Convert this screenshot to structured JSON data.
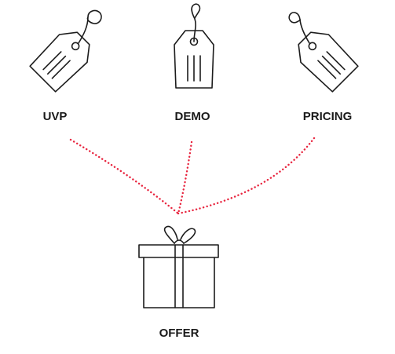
{
  "diagram": {
    "inputs": [
      {
        "label": "UVP",
        "icon": "price-tag-icon"
      },
      {
        "label": "DEMO",
        "icon": "price-tag-icon"
      },
      {
        "label": "PRICING",
        "icon": "price-tag-icon"
      }
    ],
    "output": {
      "label": "OFFER",
      "icon": "gift-box-icon"
    },
    "connector_color": "#e8253f",
    "stroke_color": "#1c1c1c"
  }
}
